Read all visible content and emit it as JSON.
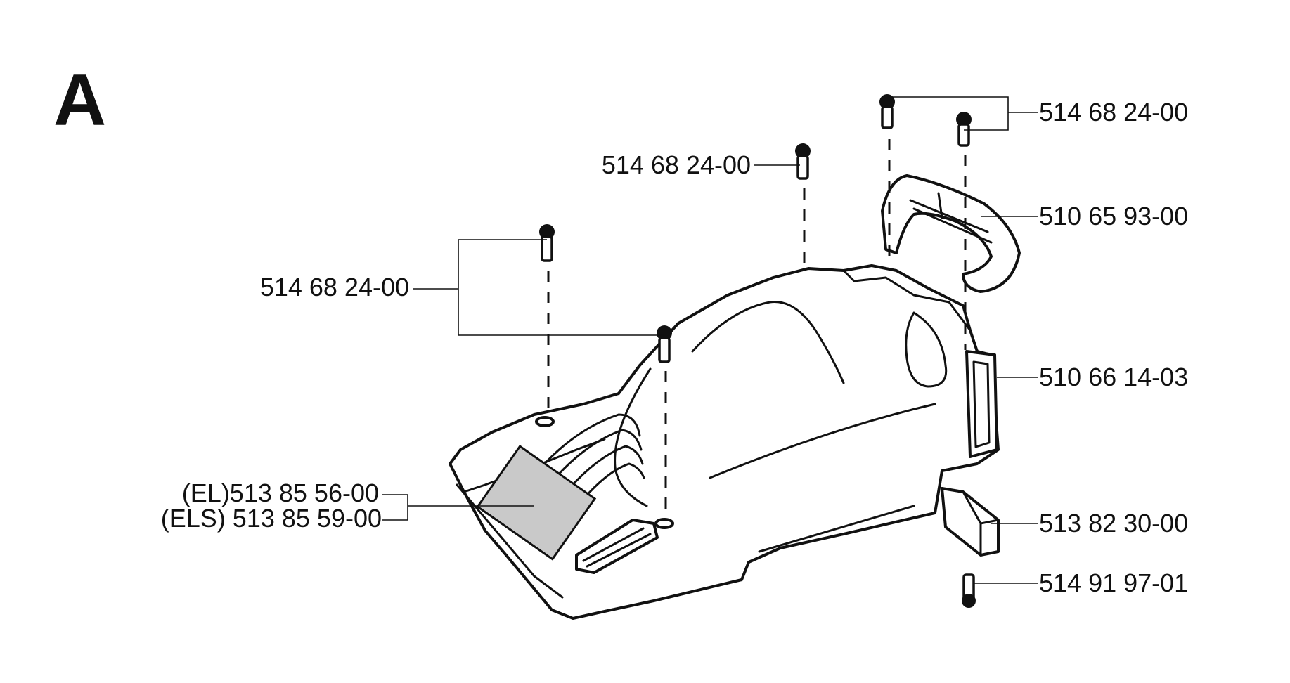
{
  "figure": {
    "section_letter": "A"
  },
  "parts": {
    "screw_top_right": "514 68 24-00",
    "screw_top_center": "514 68 24-00",
    "screw_left": "514 68 24-00",
    "handle": "510 65 93-00",
    "cover": "510 66 14-03",
    "decal_el": "(EL)513 85 56-00",
    "decal_els": "(ELS) 513 85 59-00",
    "bracket": "513 82 30-00",
    "screw_bottom": "514 91 97-01"
  }
}
